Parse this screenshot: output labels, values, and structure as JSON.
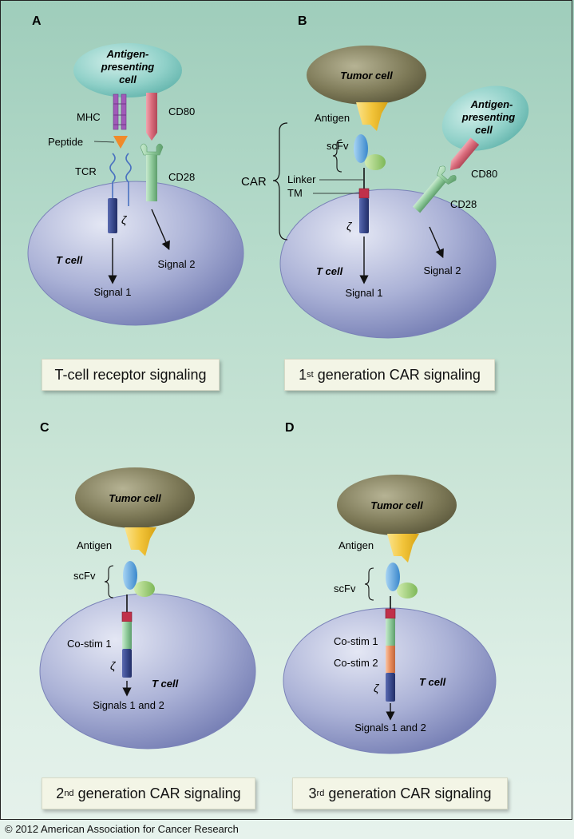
{
  "panels": {
    "A": {
      "letter": "A",
      "apc_line1": "Antigen-",
      "apc_line2": "presenting",
      "apc_line3": "cell",
      "mhc": "MHC",
      "peptide": "Peptide",
      "tcr": "TCR",
      "cd80": "CD80",
      "cd28": "CD28",
      "zeta": "ζ",
      "tcell": "T cell",
      "signal1": "Signal 1",
      "signal2": "Signal 2",
      "caption": "T-cell receptor signaling"
    },
    "B": {
      "letter": "B",
      "tumor": "Tumor cell",
      "antigen": "Antigen",
      "scfv": "scFv",
      "car": "CAR",
      "linker": "Linker",
      "tm": "TM",
      "apc_line1": "Antigen-",
      "apc_line2": "presenting",
      "apc_line3": "cell",
      "cd80": "CD80",
      "cd28": "CD28",
      "zeta": "ζ",
      "tcell": "T cell",
      "signal1": "Signal 1",
      "signal2": "Signal 2",
      "caption_num": "1",
      "caption_sup": "st",
      "caption_rest": " generation CAR signaling"
    },
    "C": {
      "letter": "C",
      "tumor": "Tumor cell",
      "antigen": "Antigen",
      "scfv": "scFv",
      "costim1": "Co-stim 1",
      "zeta": "ζ",
      "tcell": "T cell",
      "signals": "Signals 1 and 2",
      "caption_num": "2",
      "caption_sup": "nd",
      "caption_rest": " generation CAR signaling"
    },
    "D": {
      "letter": "D",
      "tumor": "Tumor cell",
      "antigen": "Antigen",
      "scfv": "scFv",
      "costim1": "Co-stim 1",
      "costim2": "Co-stim 2",
      "zeta": "ζ",
      "tcell": "T cell",
      "signals": "Signals 1 and 2",
      "caption_num": "3",
      "caption_sup": "rd",
      "caption_rest": " generation CAR signaling"
    }
  },
  "copyright": "© 2012 American Association for Cancer Research",
  "colors": {
    "tcell": "#8e96c4",
    "tumor": "#6f6b4c",
    "apc": "#7cc3bd",
    "zeta": "#3a4a8e",
    "tm": "#c0304a",
    "cd80": "#d96a7a",
    "cd28": "#8ec99a",
    "antigen": "#f2c43a",
    "costim2": "#e88a5a",
    "mhc": "#a05ab8"
  }
}
